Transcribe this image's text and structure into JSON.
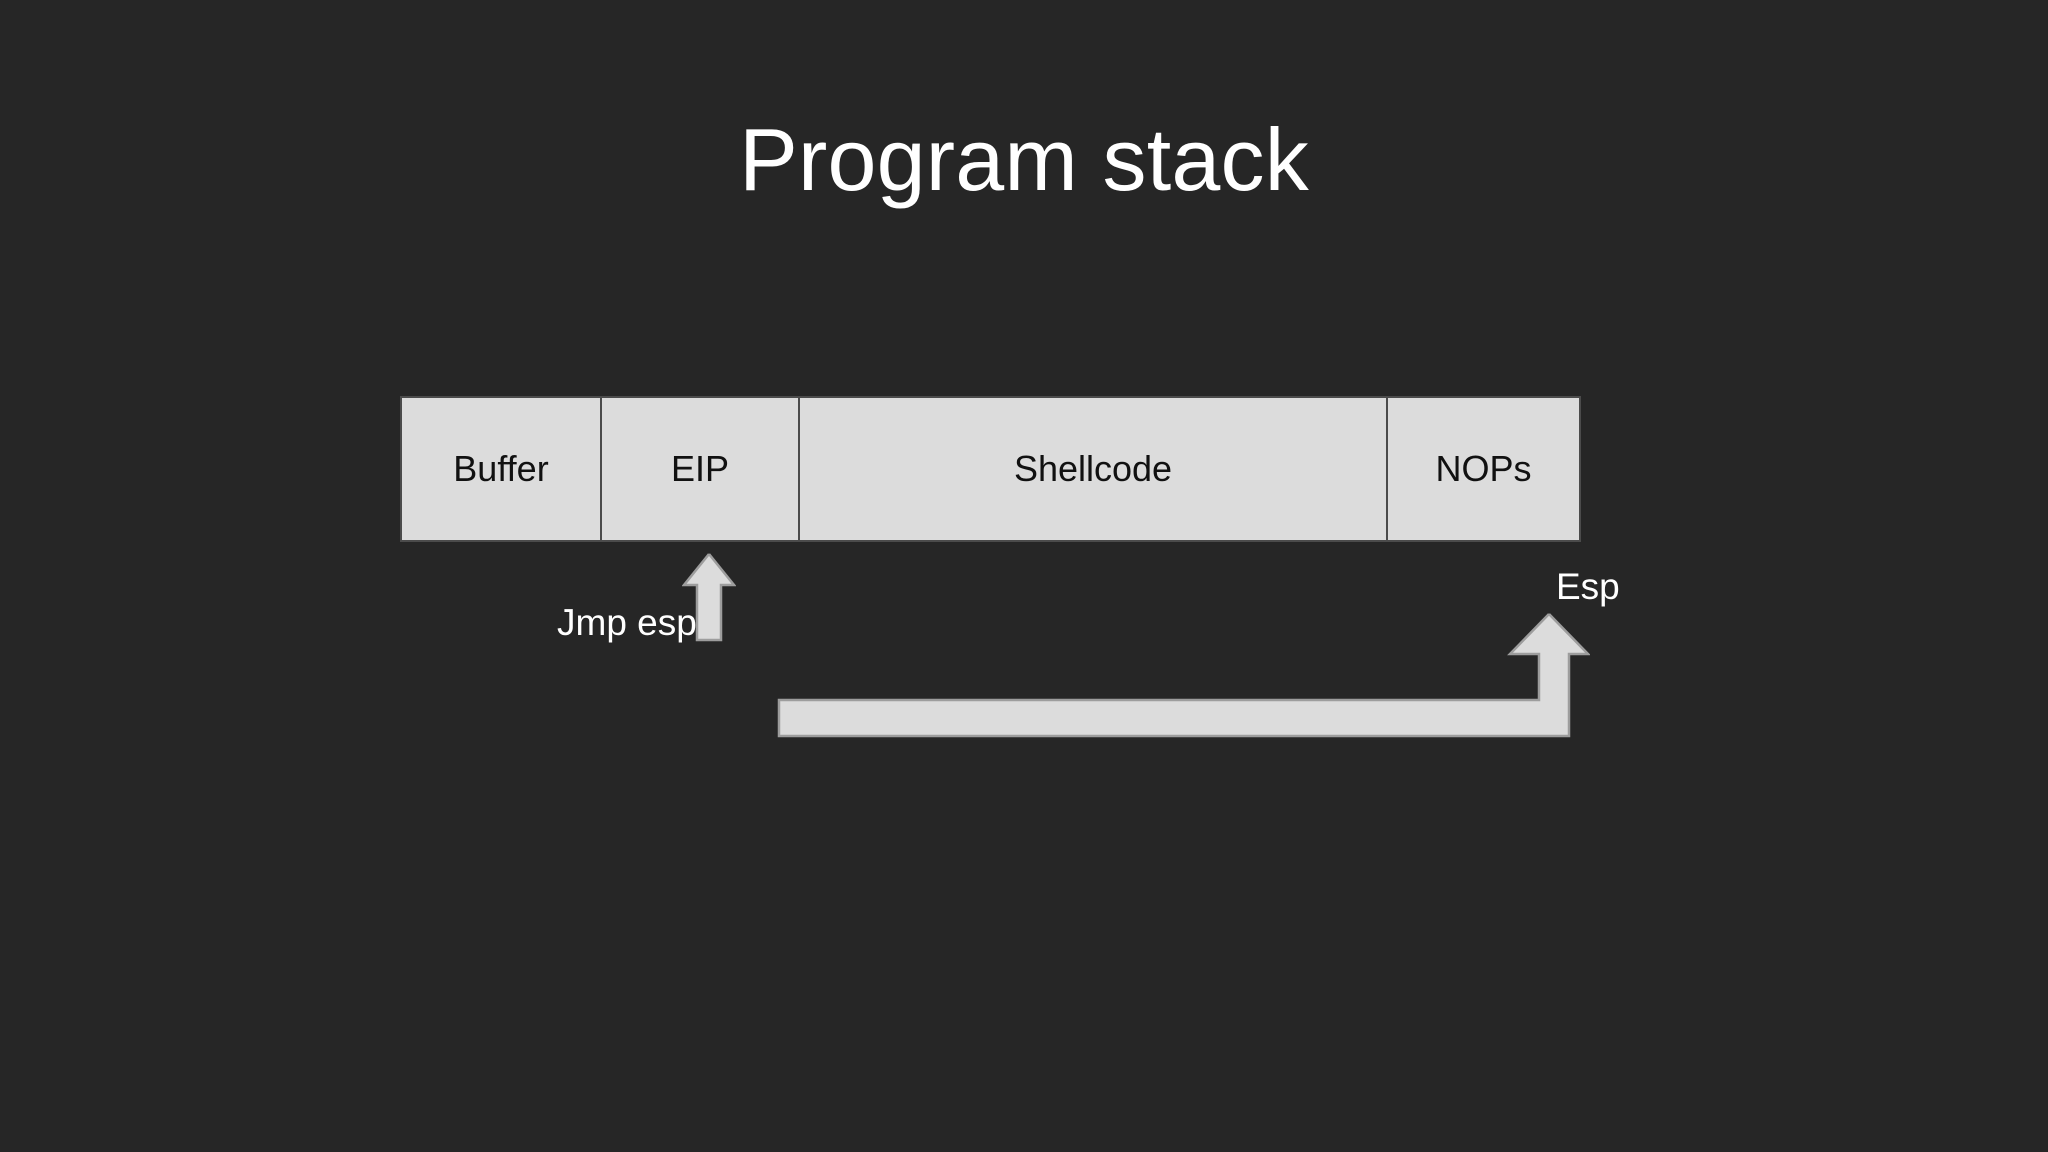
{
  "slide": {
    "title": "Program stack",
    "background_color": "#262626",
    "title_color": "#ffffff"
  },
  "stack": {
    "label": "Program stack diagram",
    "cell_fill_color": "#dcdcdc",
    "cell_border_color": "#4b4b4b",
    "cell_text_color": "#111111",
    "cells": [
      {
        "name": "buffer",
        "label": "Buffer"
      },
      {
        "name": "eip",
        "label": "EIP"
      },
      {
        "name": "shellcode",
        "label": "Shellcode"
      },
      {
        "name": "nops",
        "label": "NOPs"
      }
    ]
  },
  "annotations": {
    "jmp_esp": {
      "label": "Jmp esp",
      "arrow": "up-arrow",
      "points_to": "EIP",
      "color": "#dcdcdc"
    },
    "esp": {
      "label": "Esp",
      "arrow": "elbow-up-arrow",
      "points_to": "NOPs",
      "color": "#dcdcdc"
    }
  }
}
